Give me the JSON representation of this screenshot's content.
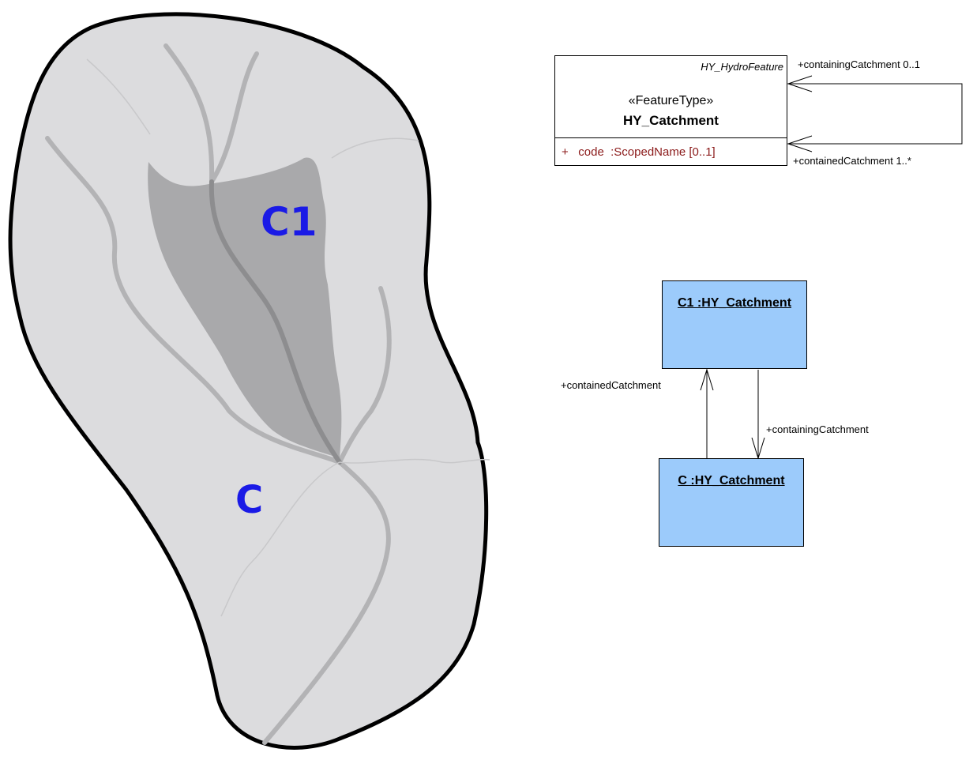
{
  "map": {
    "outer_label": "C",
    "inner_label": "C1",
    "label_color": "#1a1ae6"
  },
  "class_diagram": {
    "parent": "HY_HydroFeature",
    "stereotype": "«FeatureType»",
    "class_name": "HY_Catchment",
    "attribute": "+   code  :ScopedName [0..1]",
    "role_containing": "+containingCatchment 0..1",
    "role_contained": "+containedCatchment 1..*"
  },
  "object_diagram": {
    "instance_c1": "C1 :HY_Catchment",
    "instance_c": "C :HY_Catchment",
    "role_contained": "+containedCatchment",
    "role_containing": "+containingCatchment",
    "fill": "#9ccbfb"
  }
}
